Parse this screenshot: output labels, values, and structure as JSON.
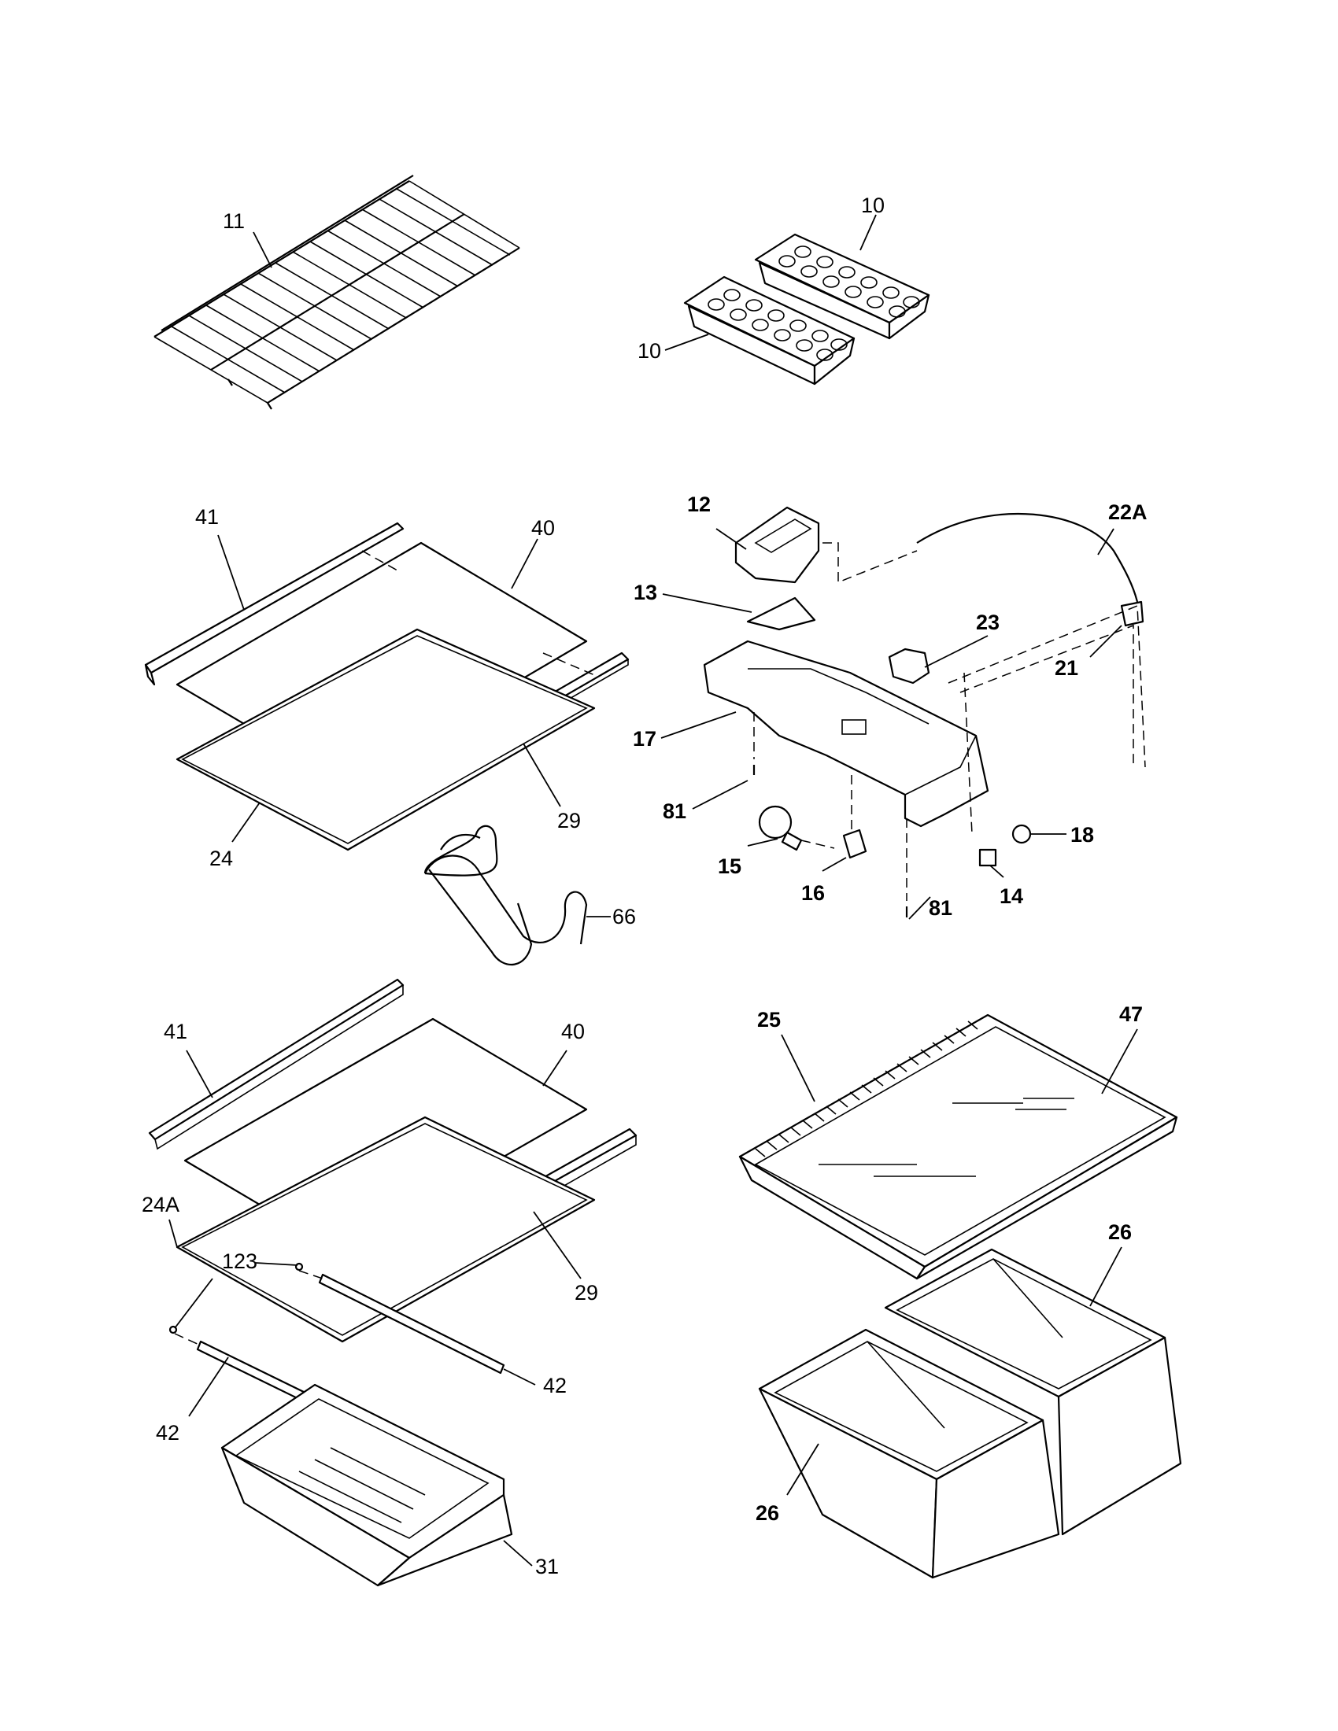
{
  "diagram": {
    "callouts": {
      "c11": "11",
      "c10a": "10",
      "c10b": "10",
      "c41a": "41",
      "c40a": "40",
      "c29a": "29",
      "c24": "24",
      "c66": "66",
      "c12": "12",
      "c13": "13",
      "c22a": "22A",
      "c23": "23",
      "c21": "21",
      "c17": "17",
      "c81a": "81",
      "c15": "15",
      "c16": "16",
      "c81b": "81",
      "c14": "14",
      "c18": "18",
      "c41b": "41",
      "c40b": "40",
      "c24a": "24A",
      "c123": "123",
      "c29b": "29",
      "c42a": "42",
      "c42b": "42",
      "c31": "31",
      "c25": "25",
      "c47": "47",
      "c26a": "26",
      "c26b": "26"
    }
  }
}
